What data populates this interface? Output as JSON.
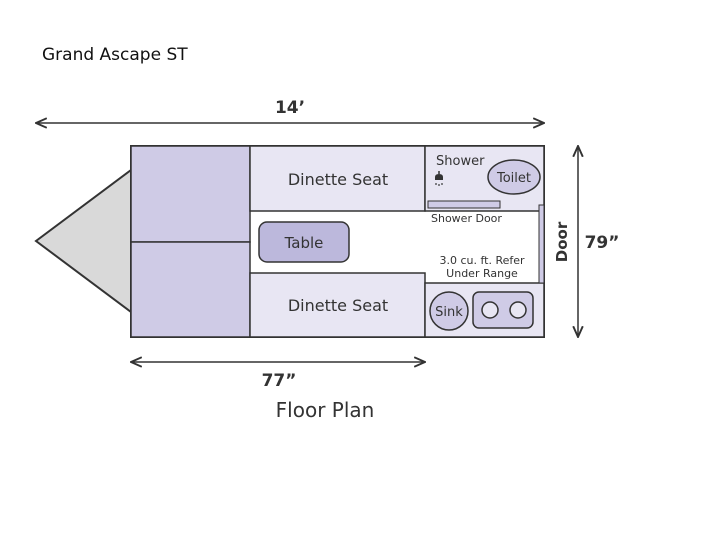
{
  "title": "Grand Ascape ST",
  "dimensions": {
    "length": "14’",
    "width": "79”",
    "inner_length": "77”"
  },
  "rooms": {
    "dinette_top": "Dinette Seat",
    "dinette_bottom": "Dinette Seat",
    "table": "Table",
    "shower": "Shower",
    "toilet": "Toilet",
    "shower_door": "Shower Door",
    "refer_line1": "3.0 cu. ft. Refer",
    "refer_line2": "Under Range",
    "sink": "Sink",
    "door": "Door"
  },
  "caption": "Floor Plan",
  "colors": {
    "bed": "#cfcbe6",
    "seat": "#e8e6f3",
    "table": "#bcb8dc",
    "tongue": "#d9d9d9",
    "wall": "#333333"
  }
}
